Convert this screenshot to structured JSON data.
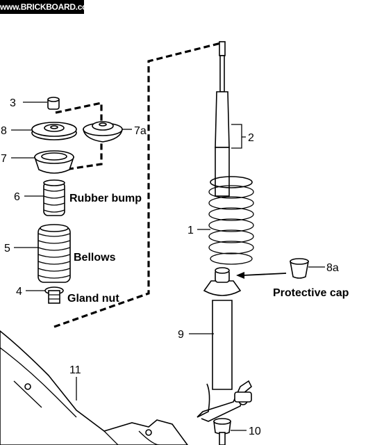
{
  "watermark": "www.BRICKBOARD.com",
  "callouts": {
    "c1": "1",
    "c2": "2",
    "c3": "3",
    "c4": "4",
    "c5": "5",
    "c6": "6",
    "c7": "7",
    "c7a": "7a",
    "c8": "8",
    "c8a": "8a",
    "c9": "9",
    "c10": "10",
    "c11": "11"
  },
  "labels": {
    "rubber_bump": "Rubber bump",
    "bellows": "Bellows",
    "gland_nut": "Gland nut",
    "protective_cap": "Protective cap"
  }
}
